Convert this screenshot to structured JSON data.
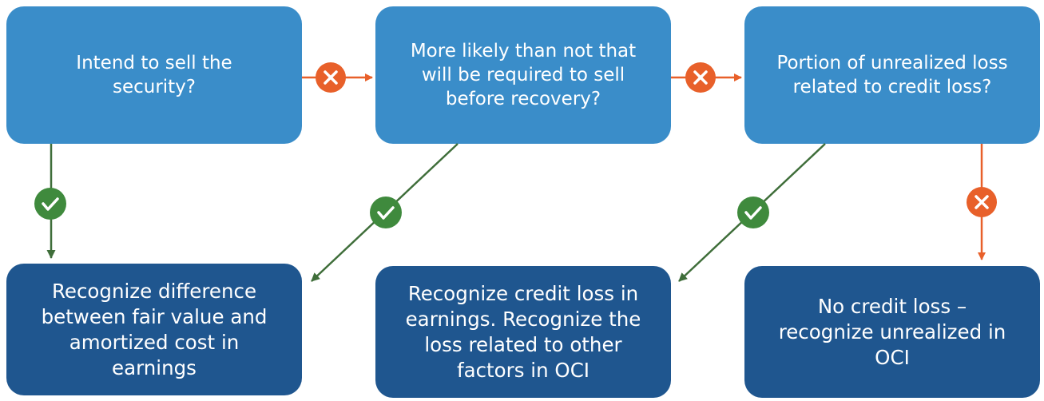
{
  "questions": [
    {
      "text": "Intend to sell the\nsecurity?"
    },
    {
      "text": "More likely than not that\nwill be required to sell\nbefore recovery?"
    },
    {
      "text": "Portion of unrealized loss\nrelated to credit loss?"
    }
  ],
  "results": [
    {
      "text": "Recognize difference\nbetween fair value and\namortized cost in\nearnings"
    },
    {
      "text": "Recognize credit loss in\nearnings. Recognize the\nloss related to other\nfactors in OCI"
    },
    {
      "text": "No credit loss –\nrecognize unrealized in\nOCI"
    }
  ],
  "icons": {
    "yes": "check-icon",
    "no": "cross-icon"
  },
  "colors": {
    "question_box": "#3a8dc9",
    "result_box": "#1f568f",
    "yes": "#3f8a3d",
    "no": "#e8602a"
  }
}
